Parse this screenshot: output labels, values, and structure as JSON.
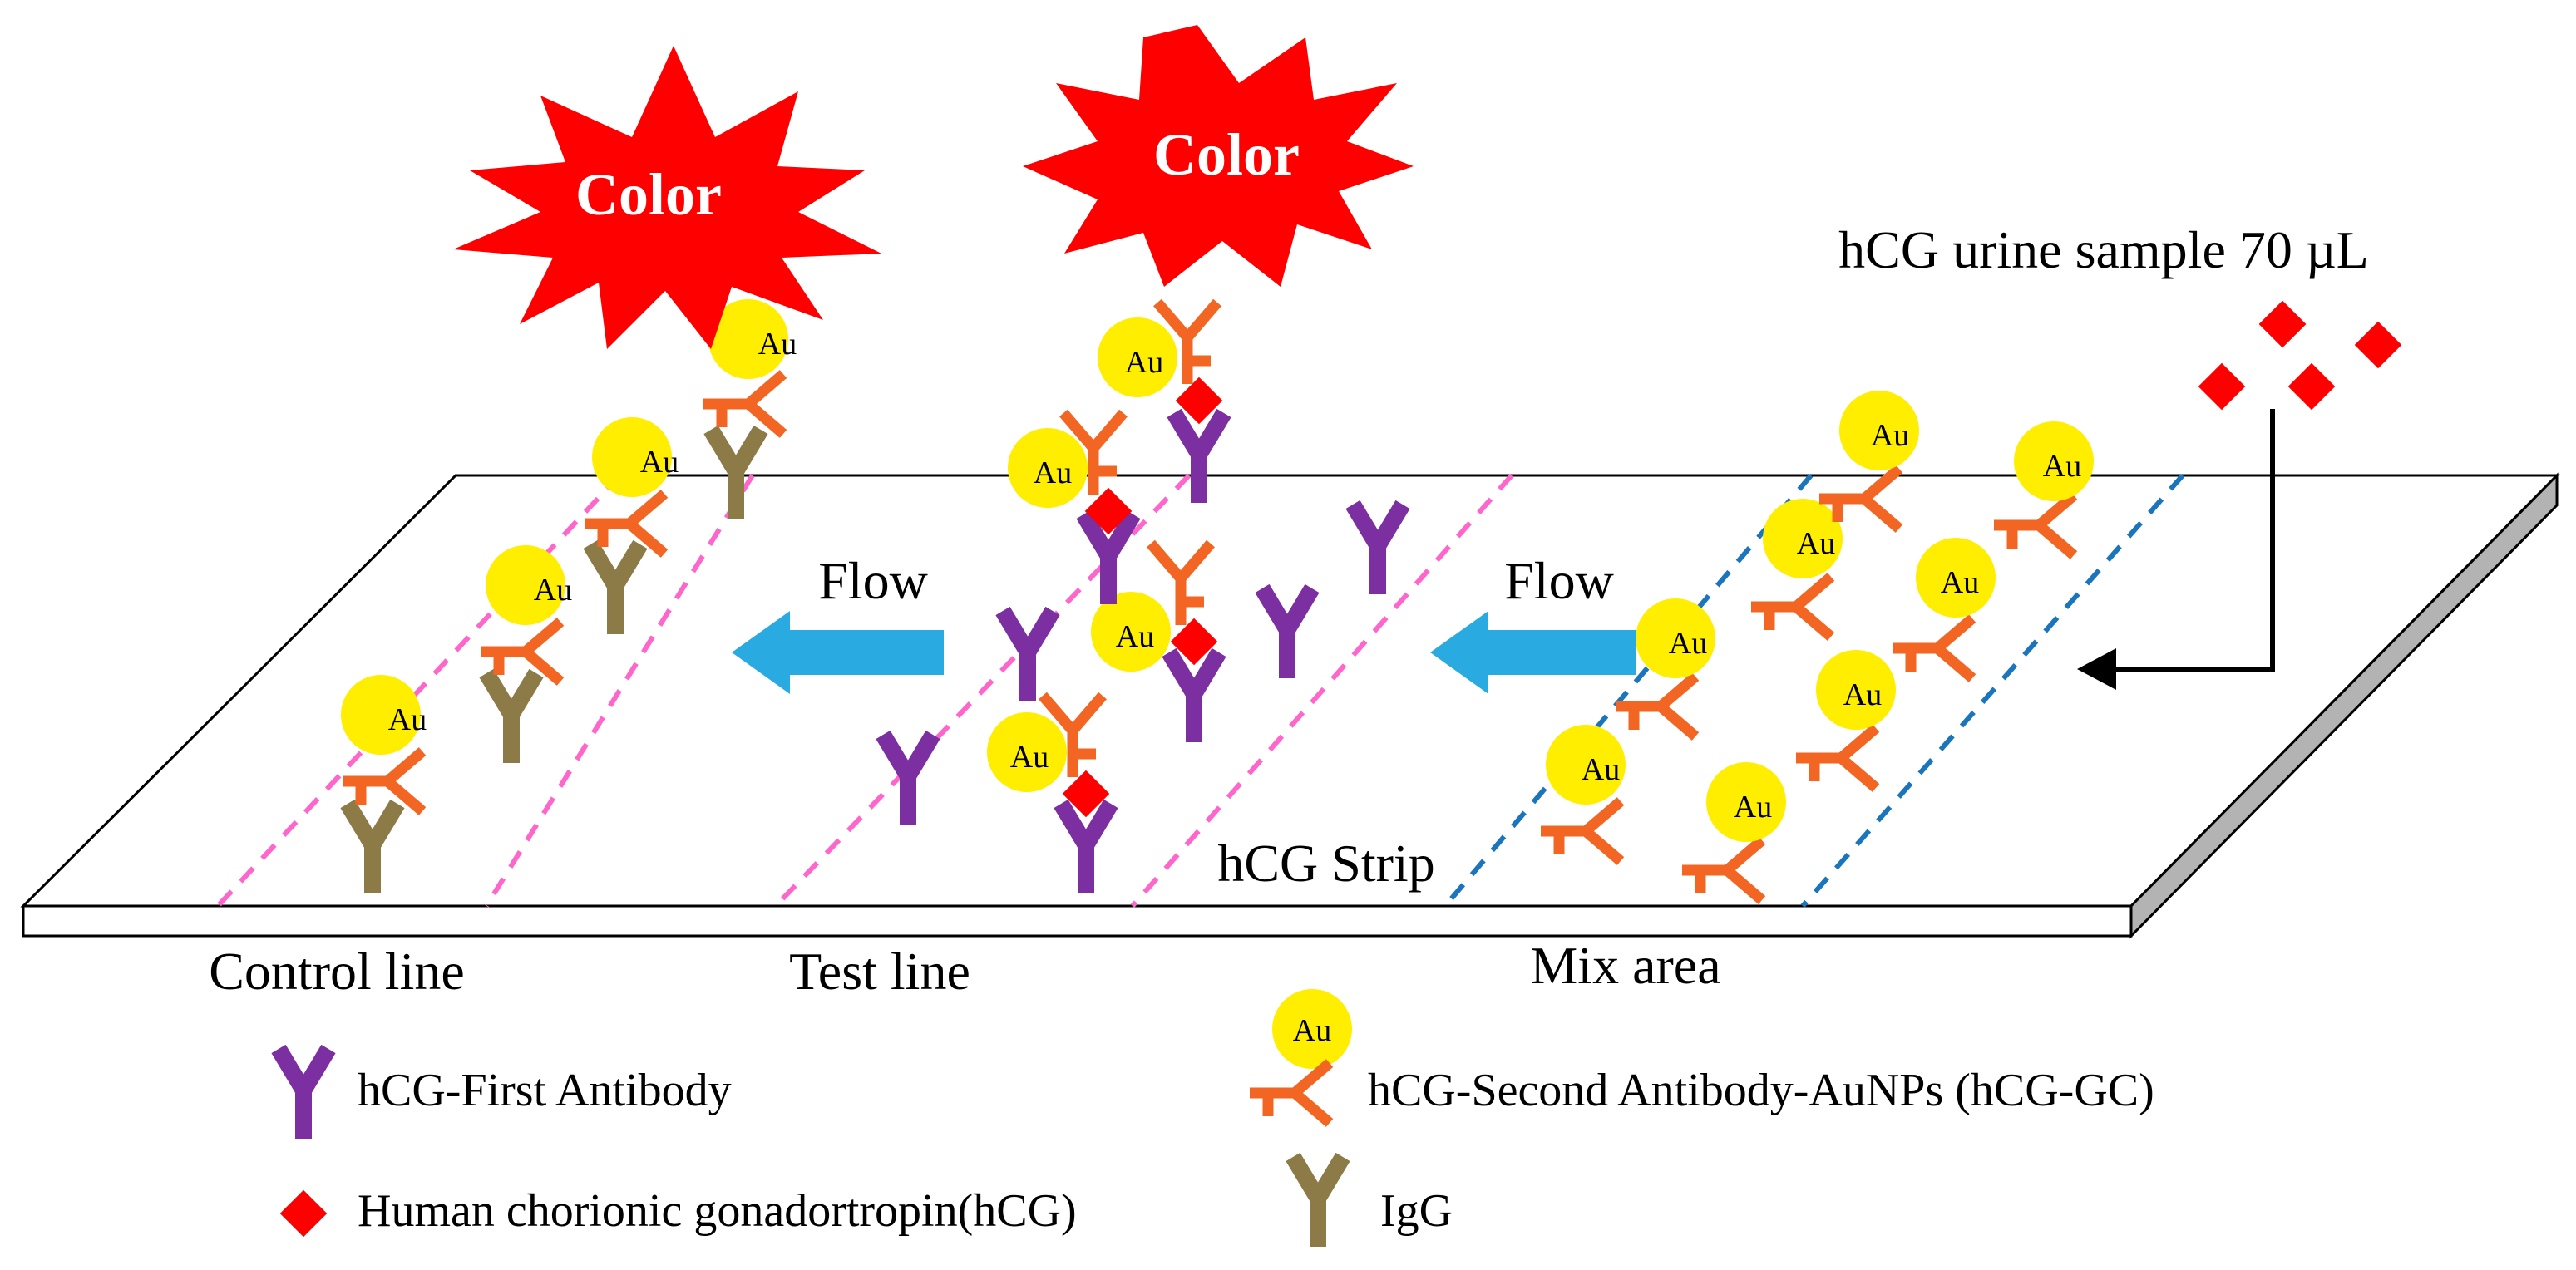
{
  "labels": {
    "burst_left": "Color",
    "burst_right": "Color",
    "sample": "hCG urine sample 70 µL",
    "flow_left": "Flow",
    "flow_right": "Flow",
    "strip": "hCG Strip",
    "control_line": "Control line",
    "test_line": "Test line",
    "mix_area": "Mix area",
    "au": "Au"
  },
  "legend": {
    "first_antibody": "hCG-First Antibody",
    "second_antibody": "hCG-Second Antibody-AuNPs (hCG-GC)",
    "hcg": "Human chorionic gonadortropin(hCG)",
    "igg": "IgG"
  },
  "colors": {
    "first_antibody": "#7b2fa0",
    "second_antibody": "#f26522",
    "igg": "#8c7a47",
    "hcg": "#ff0000",
    "gold": "#ffee00",
    "flow_arrow": "#29abe2",
    "line_marker": "#ff66cc",
    "mix_marker": "#1b75bc",
    "burst": "#ff0000"
  }
}
